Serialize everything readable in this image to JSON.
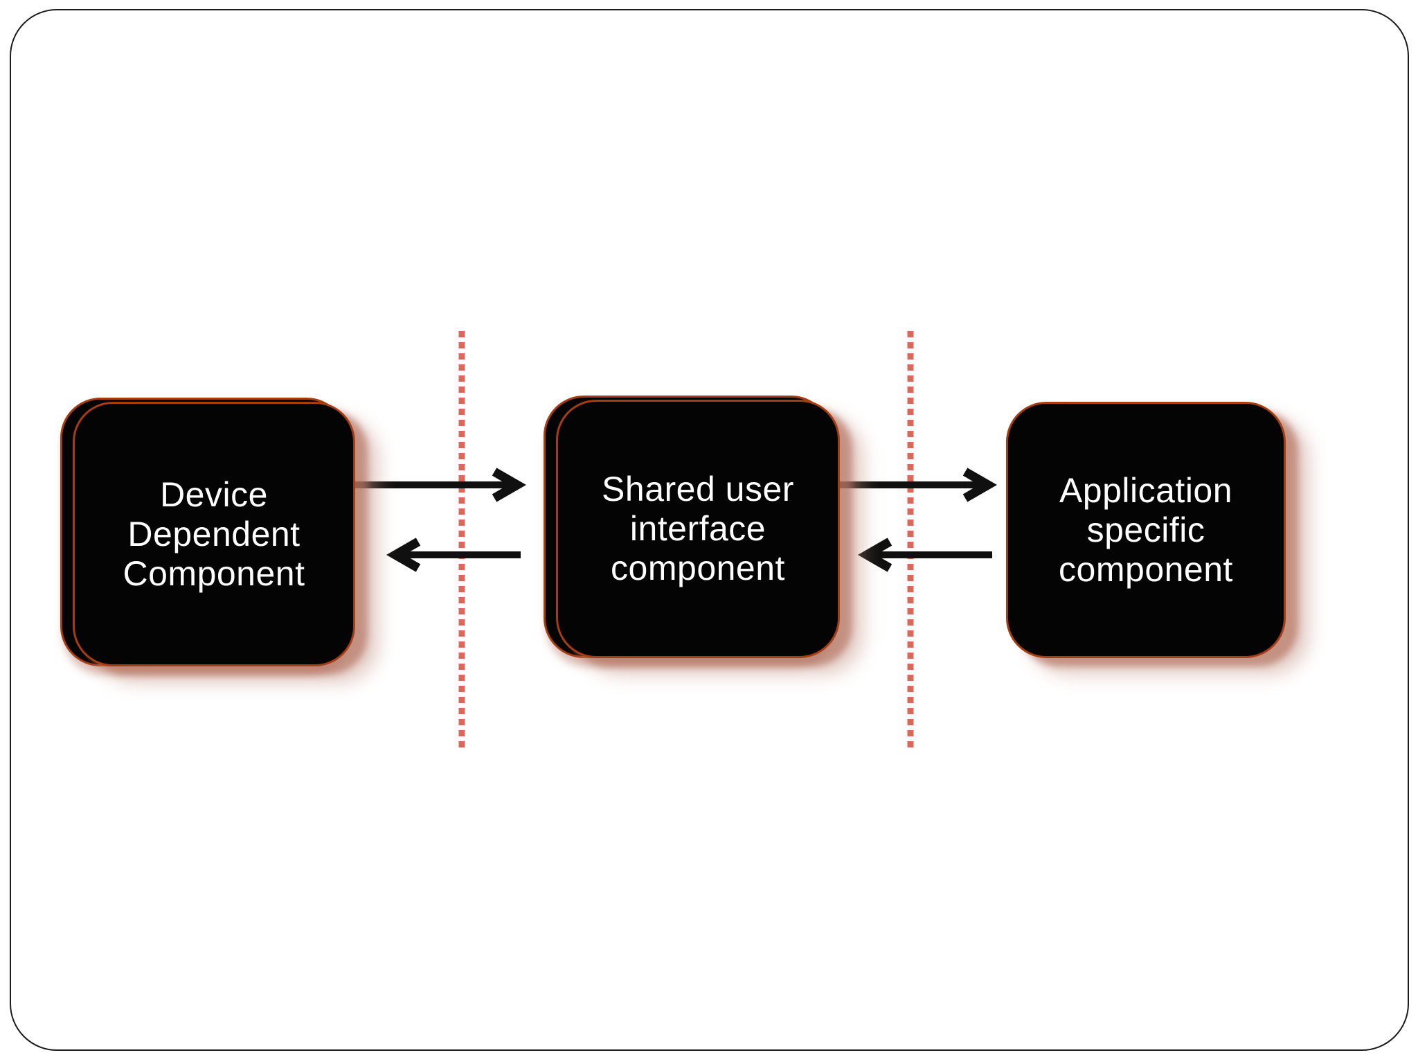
{
  "diagram": {
    "nodes": [
      {
        "id": "device-dependent-component",
        "label": "Device\nDependent\nComponent"
      },
      {
        "id": "shared-user-interface-component",
        "label": "Shared user\ninterface\ncomponent"
      },
      {
        "id": "application-specific-component",
        "label": "Application\nspecific\ncomponent"
      }
    ],
    "connections": [
      {
        "from": "device-dependent-component",
        "to": "shared-user-interface-component",
        "direction": "right"
      },
      {
        "from": "shared-user-interface-component",
        "to": "device-dependent-component",
        "direction": "left"
      },
      {
        "from": "shared-user-interface-component",
        "to": "application-specific-component",
        "direction": "right"
      },
      {
        "from": "application-specific-component",
        "to": "shared-user-interface-component",
        "direction": "left"
      }
    ],
    "dividers": [
      {
        "id": "divider-left",
        "style": "dotted-vertical"
      },
      {
        "id": "divider-right",
        "style": "dotted-vertical"
      }
    ],
    "colors": {
      "node_fill": "#040404",
      "node_border": "#a63c12",
      "node_text": "#ffffff",
      "node_shadow": "#c48e7f",
      "divider": "#dd685a",
      "arrow": "#101010",
      "slide_border": "#1c1c1c",
      "background": "#ffffff"
    }
  }
}
